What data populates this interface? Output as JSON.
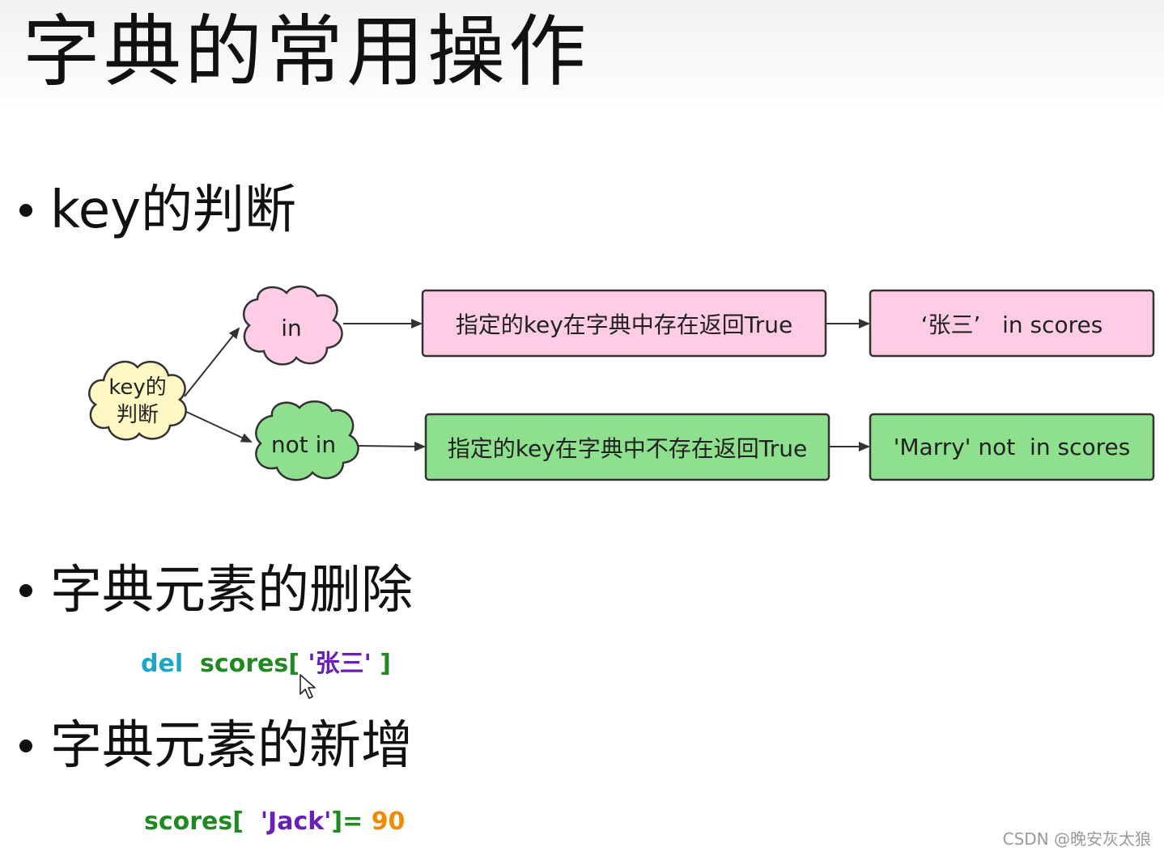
{
  "title": "字典的常用操作",
  "bullets": {
    "key_check": "key的判断",
    "delete": "字典元素的删除",
    "add": "字典元素的新增"
  },
  "diagram": {
    "root_line1": "key的",
    "root_line2": "判断",
    "in_label": "in",
    "not_in_label": "not in",
    "in_desc": "指定的key在字典中存在返回True",
    "in_example": "‘张三’   in scores",
    "not_in_desc": "指定的key在字典中不存在返回True",
    "not_in_example": "'Marry' not  in scores",
    "colors": {
      "root_fill": "#fff8c4",
      "pink_fill": "#ffcce6",
      "green_fill": "#8ee08e",
      "stroke": "#333333"
    }
  },
  "code": {
    "del_kw": "del",
    "del_var": "scores[",
    "del_key": "'张三'",
    "del_close": "]",
    "add_var": "scores[",
    "add_key": "'Jack'",
    "add_close": "]=",
    "add_val": "90"
  },
  "watermark": "CSDN @晚安灰太狼"
}
